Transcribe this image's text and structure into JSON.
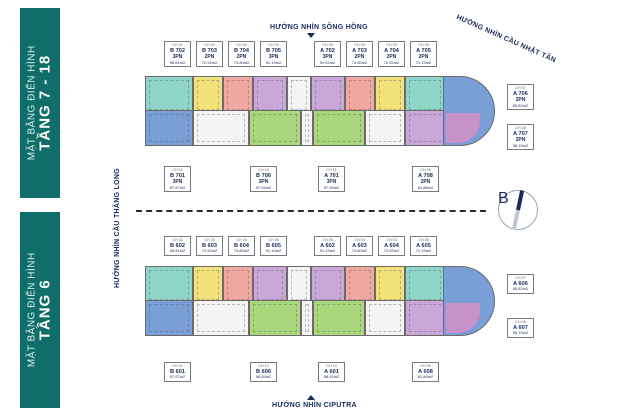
{
  "banners": {
    "top": {
      "line1": "MẶT BẰNG ĐIỂN HÌNH",
      "line2": "TẦNG 7 - 18"
    },
    "bottom": {
      "line1": "MẶT BẰNG ĐIỂN HÌNH",
      "line2": "TẦNG 6"
    }
  },
  "directions": {
    "top": "HƯỚNG NHÌN SÔNG HỒNG",
    "right": "HƯỚNG NHÌN CẦU NHẬT TÂN",
    "left": "HƯỚNG NHÌN CẦU THĂNG LONG",
    "bottom": "HƯỚNG NHÌN CIPUTRA"
  },
  "compass_letter": "B",
  "colors": {
    "banner": "#0f6e6a",
    "blue": "#7a9ed6",
    "teal": "#8fd6c9",
    "yellow": "#f3e27a",
    "pink": "#f0a8a1",
    "purple": "#c9a7d8",
    "green": "#a9d77c"
  },
  "floor_7_18": [
    {
      "ch": "CH 01",
      "code": "B 702",
      "pn": "3PN",
      "area": "98,81m2"
    },
    {
      "ch": "CH 02",
      "code": "B 703",
      "pn": "2PN",
      "area": "72,92m2"
    },
    {
      "ch": "CH 04",
      "code": "B 704",
      "pn": "2PN",
      "area": "74,80m2"
    },
    {
      "ch": "CH 05",
      "code": "B 705",
      "pn": "3PN",
      "area": "91,19m2"
    },
    {
      "ch": "CH 05",
      "code": "A 702",
      "pn": "3PN",
      "area": "91,92m2"
    },
    {
      "ch": "CH 04",
      "code": "A 703",
      "pn": "2PN",
      "area": "74,80m2"
    },
    {
      "ch": "CH 03",
      "code": "A 704",
      "pn": "2PN",
      "area": "72,92m2"
    },
    {
      "ch": "CH 06",
      "code": "A 705",
      "pn": "2PN",
      "area": "71,19m2"
    },
    {
      "ch": "CH 07",
      "code": "A 706",
      "pn": "2PN",
      "area": "85,82m2"
    },
    {
      "ch": "CH 08",
      "code": "A 707",
      "pn": "2PN",
      "area": "58,10m2"
    },
    {
      "ch": "CH 01",
      "code": "B 701",
      "pn": "3PN",
      "area": "97,97m2"
    },
    {
      "ch": "CH 10",
      "code": "B 706",
      "pn": "3PN",
      "area": "97,94m2"
    },
    {
      "ch": "CH 11",
      "code": "A 701",
      "pn": "3PN",
      "area": "97,94m2"
    },
    {
      "ch": "CH 09",
      "code": "A 708",
      "pn": "2PN",
      "area": "61,86m2"
    }
  ],
  "floor_6": [
    {
      "ch": "CH 02",
      "code": "B 602",
      "area": "98,81m2"
    },
    {
      "ch": "CH 03",
      "code": "B 603",
      "area": "72,92m2"
    },
    {
      "ch": "CH 04",
      "code": "B 604",
      "area": "74,80m2"
    },
    {
      "ch": "CH 05",
      "code": "B 605",
      "area": "91,19m2"
    },
    {
      "ch": "CH 05",
      "code": "A 602",
      "area": "91,19m2"
    },
    {
      "ch": "CH 04",
      "code": "A 603",
      "area": "74,80m2"
    },
    {
      "ch": "CH 03",
      "code": "A 604",
      "area": "72,92m2"
    },
    {
      "ch": "CH 06",
      "code": "A 605",
      "area": "71,19m2"
    },
    {
      "ch": "CH 07",
      "code": "A 606",
      "area": "85,82m2"
    },
    {
      "ch": "CH 08",
      "code": "A 607",
      "area": "58,10m2"
    },
    {
      "ch": "CH 01",
      "code": "B 601",
      "area": "97,97m2"
    },
    {
      "ch": "CH 10",
      "code": "B 606",
      "area": "98,85m2"
    },
    {
      "ch": "CH 10",
      "code": "A 601",
      "area": "88,91m2"
    },
    {
      "ch": "CH 09",
      "code": "A 608",
      "area": "61,86m2"
    }
  ]
}
